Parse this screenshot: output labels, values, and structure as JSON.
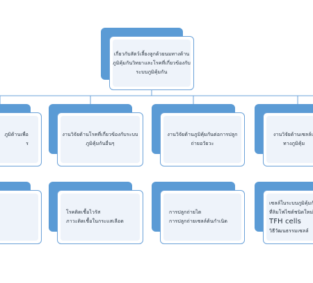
{
  "root": {
    "lines": [
      "เกี่ยวกับสัตว์เลี้ยงลูกด้วยนมทางด้าน",
      "ภูมิคุ้มกันวิทยาและโรคที่เกี่ยวข้องกับ",
      "ระบบภูมิคุ้มกัน"
    ]
  },
  "level2": [
    {
      "lines": [
        "ภูมิด้านเพื่อ",
        "ร"
      ]
    },
    {
      "lines": [
        "งานวิจัยด้านโรคที่เกี่ยวข้องกับระบบ",
        "ภูมิคุ้มกันอื่นๆ"
      ]
    },
    {
      "lines": [
        "งานวิจัยด้านภูมิคุ้มกันต่อการปลูก",
        "ถ่ายอวัยวะ"
      ]
    },
    {
      "lines": [
        "งานวิจัยด้านเซลล์และ",
        "ทางภูมิคุ้ม"
      ]
    }
  ],
  "level3": [
    {
      "lines": []
    },
    {
      "lines": [
        "โรคติดเชื้อไวรัส",
        "ภาวะติดเชื้อในกระแสเลือด"
      ]
    },
    {
      "lines": [
        "การปลูกถ่ายไต",
        "การปลูกถ่ายเซลล์ต้นกำเนิด"
      ]
    },
    {
      "lines": [
        "เซลล์ในระบบภูมิคุ้มกั",
        "ที่ลิมโฟไซต์ชนิดใหม่ๆ",
        "TFH cells",
        "วิธีวัฒนธรรมเซลล์"
      ]
    }
  ]
}
